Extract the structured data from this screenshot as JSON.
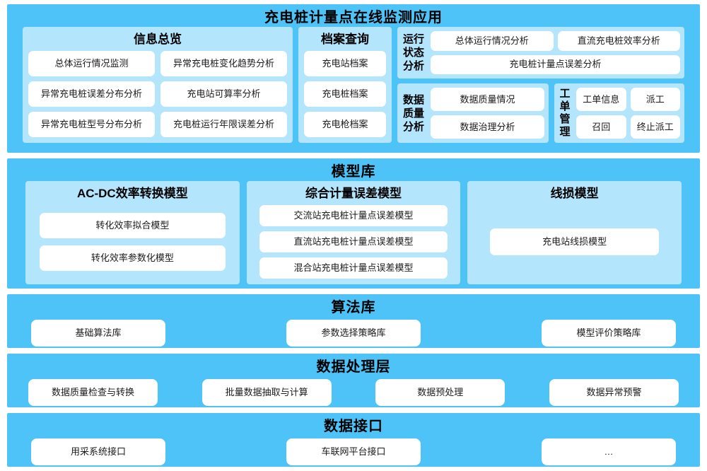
{
  "app": {
    "title": "充电桩计量点在线监测应用",
    "info_overview": {
      "title": "信息总览",
      "items": [
        "总体运行情况监测",
        "异常充电桩变化趋势分析",
        "异常充电桩误差分布分析",
        "充电站可算率分析",
        "异常充电桩型号分布分析",
        "充电桩运行年限误差分析"
      ]
    },
    "archive_query": {
      "title": "档案查询",
      "items": [
        "充电站档案",
        "充电桩档案",
        "充电枪档案"
      ]
    },
    "run_status": {
      "label": "运行状态分析",
      "items": [
        "总体运行情况分析",
        "直流充电桩效率分析",
        "充电桩计量点误差分析"
      ]
    },
    "data_quality": {
      "label": "数据质量分析",
      "items": [
        "数据质量情况",
        "数据治理分析"
      ]
    },
    "work_order": {
      "label": "工单管理",
      "items": [
        "工单信息",
        "派工",
        "召回",
        "终止派工"
      ]
    }
  },
  "model_library": {
    "title": "模型库",
    "groups": [
      {
        "title": "AC-DC效率转换模型",
        "items": [
          "转化效率拟合模型",
          "转化效率参数化模型"
        ]
      },
      {
        "title": "综合计量误差模型",
        "items": [
          "交流站充电桩计量点误差模型",
          "直流站充电桩计量点误差模型",
          "混合站充电桩计量点误差模型"
        ]
      },
      {
        "title": "线损模型",
        "items": [
          "充电站线损模型"
        ]
      }
    ]
  },
  "algorithm_library": {
    "title": "算法库",
    "items": [
      "基础算法库",
      "参数选择策略库",
      "模型评价策略库"
    ]
  },
  "data_processing": {
    "title": "数据处理层",
    "items": [
      "数据质量检查与转换",
      "批量数据抽取与计算",
      "数据预处理",
      "数据异常预警"
    ]
  },
  "data_interface": {
    "title": "数据接口",
    "items": [
      "用采系统接口",
      "车联网平台接口",
      "…"
    ]
  },
  "colors": {
    "section_blue": "#4EC3F7",
    "panel_blue": "#B3E5FC",
    "box_white": "#FFFFFF",
    "text_dark": "#1B1B1B"
  }
}
